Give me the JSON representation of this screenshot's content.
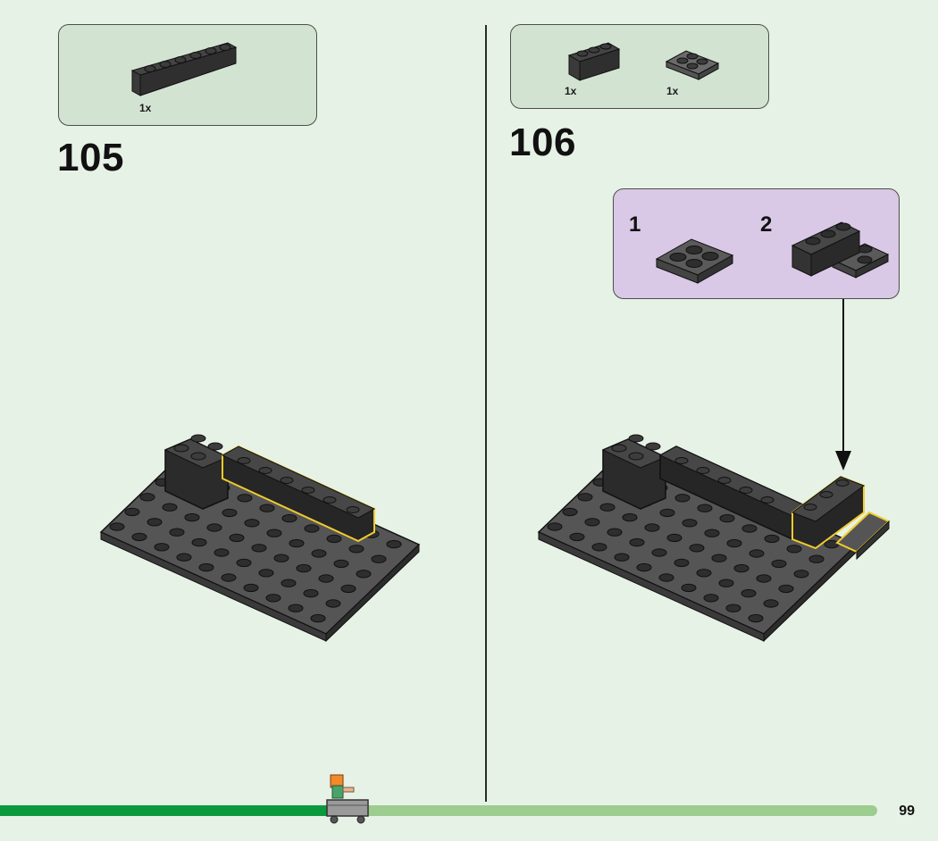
{
  "steps": [
    {
      "number": "105",
      "parts": [
        {
          "name": "brick-1x6",
          "qty": "1x"
        }
      ]
    },
    {
      "number": "106",
      "parts": [
        {
          "name": "brick-1x3",
          "qty": "1x"
        },
        {
          "name": "plate-2x2",
          "qty": "1x"
        }
      ],
      "substeps": [
        {
          "number": "1"
        },
        {
          "number": "2"
        }
      ]
    }
  ],
  "progress": {
    "fraction": 0.38
  },
  "page_number": "99",
  "colors": {
    "page_bg": "#e7f2e6",
    "parts_box": "#d3e3d2",
    "substep_box": "#d9c8e6",
    "highlight": "#f0cc2e",
    "progress_fill": "#0a9a3d",
    "progress_track": "#9ccc8e"
  }
}
